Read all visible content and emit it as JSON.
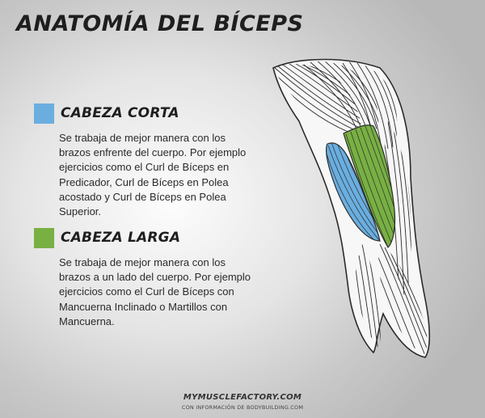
{
  "title": "ANATOMÍA DEL BÍCEPS",
  "colors": {
    "short_head": "#6aaee0",
    "long_head": "#78b043",
    "muscle_line": "#2b2b2b",
    "muscle_fill": "#f7f7f7"
  },
  "sections": [
    {
      "heading": "CABEZA CORTA",
      "color": "#6aaee0",
      "description": "Se trabaja de mejor manera con los brazos enfrente del cuerpo. Por ejemplo ejercicios como el Curl de Bíceps en Predicador, Curl de Bíceps en Polea acostado y Curl de Bíceps en Polea Superior."
    },
    {
      "heading": "CABEZA LARGA",
      "color": "#78b043",
      "description": "Se trabaja de mejor manera con los brazos a un lado del cuerpo. Por ejemplo ejercicios como el Curl de Bíceps con Mancuerna Inclinado o Martillos con Mancuerna."
    }
  ],
  "footer": {
    "site": "MYMUSCLEFACTORY.COM",
    "credit": "CON INFORMACIÓN DE BODYBUILDING.COM"
  }
}
